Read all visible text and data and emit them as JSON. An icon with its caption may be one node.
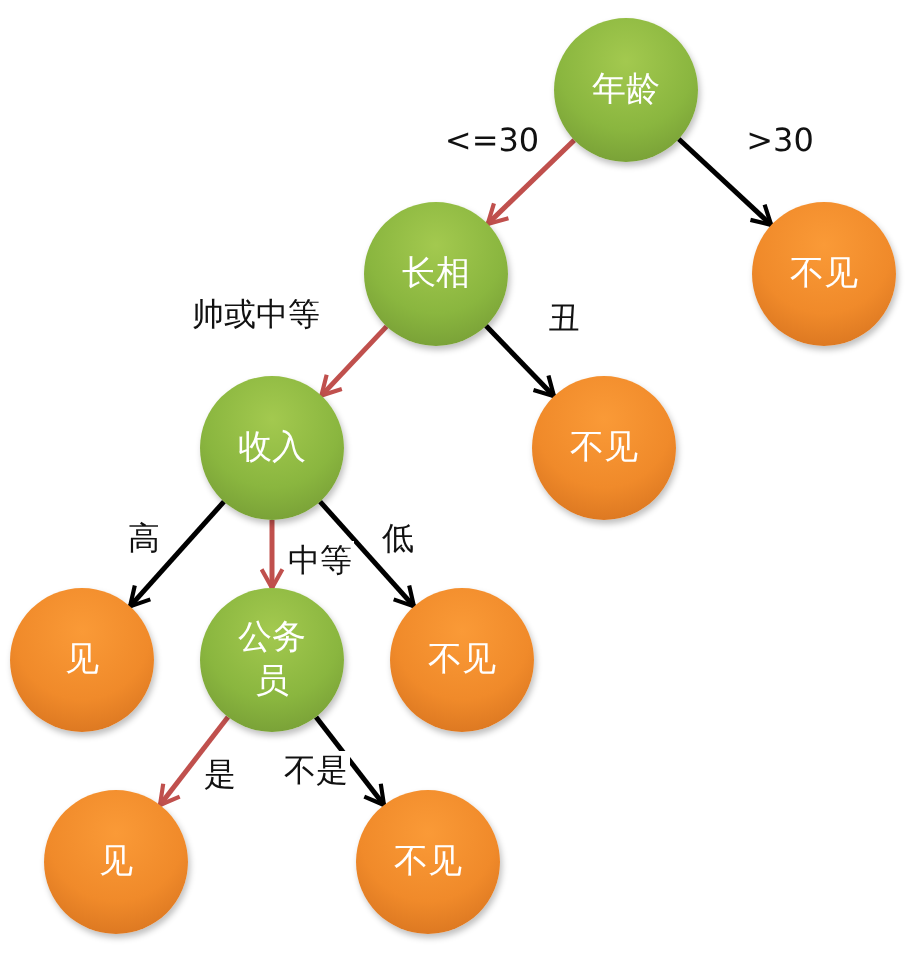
{
  "diagram": {
    "nodes": [
      {
        "text": [
          "年龄"
        ]
      },
      {
        "text": [
          "长相"
        ]
      },
      {
        "text": [
          "不见"
        ]
      },
      {
        "text": [
          "收入"
        ]
      },
      {
        "text": [
          "不见"
        ]
      },
      {
        "text": [
          "见"
        ]
      },
      {
        "text": [
          "公务员"
        ]
      },
      {
        "text": [
          "不见"
        ]
      },
      {
        "text": [
          "见"
        ]
      },
      {
        "text": [
          "不见"
        ]
      }
    ],
    "edges": [
      {
        "from": 0,
        "to": 1,
        "arrow": "to",
        "label": "<=30",
        "color": "#c0504d"
      },
      {
        "from": 0,
        "to": 2,
        "arrow": "to",
        "label": ">30"
      },
      {
        "from": 1,
        "to": 3,
        "arrow": "to",
        "label": "帅或中等",
        "color": "#c0504d"
      },
      {
        "from": 1,
        "to": 4,
        "arrow": "to",
        "label": "丑"
      },
      {
        "from": 3,
        "to": 5,
        "arrow": "to",
        "label": "高"
      },
      {
        "from": 3,
        "to": 6,
        "arrow": "to",
        "label": "中等",
        "color": "#c0504d"
      },
      {
        "from": 3,
        "to": 7,
        "arrow": "to",
        "label": "低"
      },
      {
        "from": 6,
        "to": 8,
        "arrow": "to",
        "label": "是",
        "color": "#c0504d"
      },
      {
        "from": 6,
        "to": 9,
        "arrow": "to",
        "label": "不是"
      }
    ]
  }
}
